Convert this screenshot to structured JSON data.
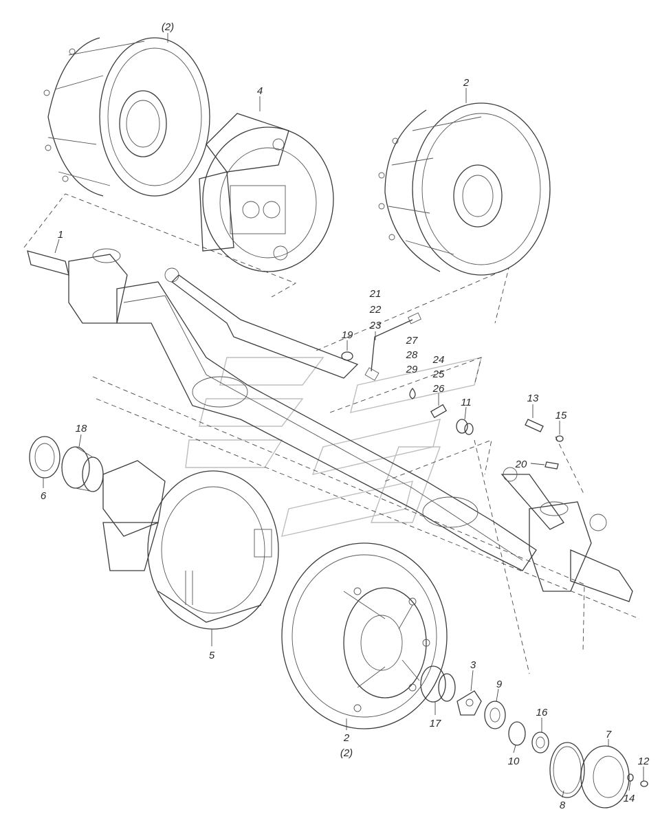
{
  "callouts": [
    {
      "id": "c-2a",
      "text": "(2)"
    },
    {
      "id": "c-4",
      "text": "4"
    },
    {
      "id": "c-2b",
      "text": "2"
    },
    {
      "id": "c-1",
      "text": "1"
    },
    {
      "id": "c-21",
      "text": "21"
    },
    {
      "id": "c-22",
      "text": "22"
    },
    {
      "id": "c-23",
      "text": "23"
    },
    {
      "id": "c-19",
      "text": "19"
    },
    {
      "id": "c-27",
      "text": "27"
    },
    {
      "id": "c-28",
      "text": "28"
    },
    {
      "id": "c-29",
      "text": "29"
    },
    {
      "id": "c-24",
      "text": "24"
    },
    {
      "id": "c-25",
      "text": "25"
    },
    {
      "id": "c-26",
      "text": "26"
    },
    {
      "id": "c-11",
      "text": "11"
    },
    {
      "id": "c-13",
      "text": "13"
    },
    {
      "id": "c-15",
      "text": "15"
    },
    {
      "id": "c-20",
      "text": "20"
    },
    {
      "id": "c-18",
      "text": "18"
    },
    {
      "id": "c-6",
      "text": "6"
    },
    {
      "id": "c-5",
      "text": "5"
    },
    {
      "id": "c-3",
      "text": "3"
    },
    {
      "id": "c-9",
      "text": "9"
    },
    {
      "id": "c-17",
      "text": "17"
    },
    {
      "id": "c-2c",
      "text": "2"
    },
    {
      "id": "c-2d",
      "text": "(2)"
    },
    {
      "id": "c-16",
      "text": "16"
    },
    {
      "id": "c-7",
      "text": "7"
    },
    {
      "id": "c-10",
      "text": "10"
    },
    {
      "id": "c-12",
      "text": "12"
    },
    {
      "id": "c-8",
      "text": "8"
    },
    {
      "id": "c-14",
      "text": "14"
    }
  ]
}
